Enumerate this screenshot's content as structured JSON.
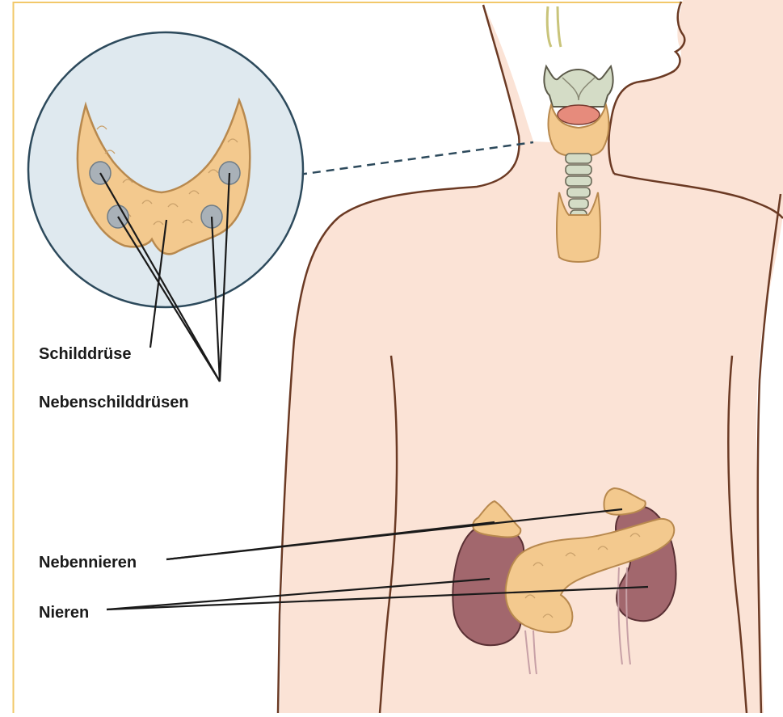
{
  "labels": {
    "thyroid": "Schilddrüse",
    "parathyroid": "Nebenschilddrüsen",
    "adrenal": "Nebennieren",
    "kidneys": "Nieren"
  },
  "colors": {
    "frame": "#f2c86a",
    "skin": "#fbe3d6",
    "outline": "#6b3a24",
    "gland": "#f3c98e",
    "gland_outline": "#b8894e",
    "parathyroid": "#a9b1b8",
    "kidney": "#a2676d",
    "cartilage": "#d4dcc6",
    "leader": "#1a1a1a",
    "inset_border": "#2d4a5c"
  }
}
